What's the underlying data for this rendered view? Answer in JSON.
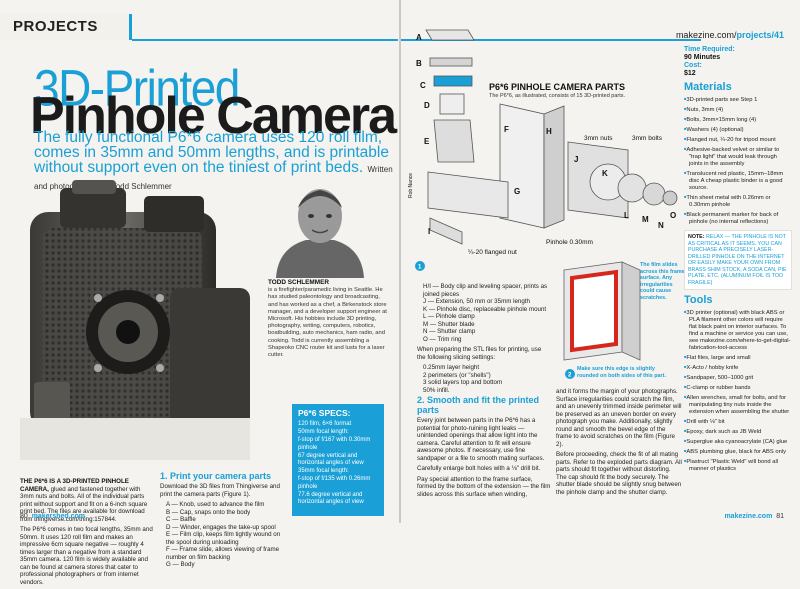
{
  "header": {
    "section": "PROJECTS",
    "url_prefix": "makezine.com/",
    "url_path": "projects/41"
  },
  "article": {
    "title_line1": "3D-Printed",
    "title_line2": "Pinhole Camera",
    "deck": "The fully functional P6*6 camera uses 120 roll film, comes in 35mm and 50mm lengths, and is printable without support even on the tiniest of print beds.",
    "byline": "Written and photographed by Todd Schlemmer"
  },
  "author": {
    "name": "TODD SCHLEMMER",
    "bio": "is a firefighter/paramedic living in Seattle. He has studied paleontology and broadcasting, and has worked as a chef, a Birkenstock store manager, and a developer support engineer at Microsoft. His hobbies include 3D printing, photography, writing, computers, robotics, boatbuilding, auto mechanics, ham radio, and cooking. Todd is currently assembling a Shapeoko CNC router kit and lusts for a laser cutter."
  },
  "intro": {
    "lead": "THE P6*6 IS A 3D-PRINTED PINHOLE CAMERA,",
    "p1": "glued and fastened together with 3mm nuts and bolts. All of the individual parts print without support and fit on a 6-inch square print bed. The files are available for download from thingiverse.com/thing:157844.",
    "p2": "The P6*6 comes in two focal lengths, 35mm and 50mm. It uses 120 roll film and makes an impressive 6cm square negative — roughly 4 times larger than a negative from a standard 35mm camera. 120 film is widely available and can be found at camera stores that cater to professional photographers or from internet vendors."
  },
  "step1": {
    "heading": "1. Print your camera parts",
    "text": "Download the 3D files from Thingiverse and print the camera parts (Figure 1).",
    "parts": [
      "A — Knob, used to advance the film",
      "B — Cap, snaps onto the body",
      "C — Baffle",
      "D — Winder, engages the take-up spool",
      "E — Film clip, keeps film tightly wound on the spool during unloading",
      "F — Frame slide, allows viewing of frame number on film backing",
      "G — Body"
    ]
  },
  "specs": {
    "title": "P6*6 SPECS:",
    "items": [
      "120 film, 6×6 format",
      "50mm focal length:",
      "f-stop of f/167 with 0.30mm pinhole",
      "67 degree vertical and horizontal angles of view",
      "35mm focal length:",
      "f-stop of f/135 with 0.26mm pinhole",
      "77.6 degree vertical and horizontal angles of view"
    ]
  },
  "diagram": {
    "title": "P6*6 PINHOLE CAMERA PARTS",
    "subtitle": "The P6*6, as illustrated, consists of 15 3D-printed parts.",
    "labels": {
      "nuts": "3mm nuts",
      "bolts": "3mm bolts",
      "flanged": "¼-20 flanged nut",
      "pinhole": "Pinhole 0.30mm",
      "credit": "Rob Nance",
      "fig": "1"
    },
    "letters": [
      "A",
      "B",
      "C",
      "D",
      "E",
      "F",
      "G",
      "H",
      "I",
      "J",
      "K",
      "L",
      "M",
      "N",
      "O"
    ]
  },
  "parts2": {
    "items": [
      "H/I — Body clip and leveling spacer, prints as joined pieces",
      "J — Extension, 50 mm or 35mm length",
      "K — Pinhole disc, replaceable pinhole mount",
      "L — Pinhole clamp",
      "M — Shutter blade",
      "N — Shutter clamp",
      "O — Trim ring"
    ],
    "settings_intro": "When preparing the STL files for printing, use the following slicing settings:",
    "settings": [
      "0.25mm layer height",
      "2 perimeters (or \"shells\")",
      "3 solid layers top and bottom",
      "50% infill."
    ]
  },
  "step2": {
    "heading": "2. Smooth and fit the printed parts",
    "p1": "Every joint between parts in the P6*6 has a potential for photo-ruining light leaks — unintended openings that allow light into the camera. Careful attention to fit will ensure awesome photos. If necessary, use fine sandpaper or a file to smooth mating surfaces.",
    "p2": "Carefully enlarge bolt holes with a ⅛\" drill bit.",
    "p3": "Pay special attention to the frame surface, formed by the bottom of the extension — the film slides across this surface when winding,",
    "p4": "and it forms the margin of your photographs. Surface irregularities could scratch the film, and an unevenly trimmed inside perimeter will be preserved as an uneven border on every photograph you make. Additionally, slightly round and smooth the bevel edge of the frame to avoid scratches on the film (Figure 2).",
    "p5": "Before proceeding, check the fit of all mating parts. Refer to the exploded parts diagram. All parts should fit together without distorting. The cap should fit the body securely. The shutter blade should be slightly snug between the pinhole clamp and the shutter clamp."
  },
  "fig2": {
    "callout1": "The film slides across this frame surface. Any irregularities could cause scratches.",
    "callout2": "Make sure this edge is slightly rounded on both sides of this part.",
    "fig": "2"
  },
  "sidebar": {
    "time_label": "Time Required:",
    "time_value": "90 Minutes",
    "cost_label": "Cost:",
    "cost_value": "$12",
    "materials_heading": "Materials",
    "materials": [
      "3D-printed parts see Step 1",
      "Nuts, 3mm (4)",
      "Bolts, 3mm×15mm long (4)",
      "Washers (4) (optional)",
      "Flanged nut, ¼-20 for tripod mount",
      "Adhesive-backed velvet or similar to \"trap light\" that would leak through joints in the assembly",
      "Translucent red plastic, 15mm–18mm disc A cheap plastic binder is a good source.",
      "Thin sheet metal with 0.26mm or 0.30mm pinhole",
      "Black permanent marker for back of pinhole (no internal reflections)"
    ],
    "note_label": "NOTE:",
    "note": "RELAX — THE PINHOLE IS NOT AS CRITICAL AS IT SEEMS. YOU CAN PURCHASE A PRECISELY LASER-DRILLED PINHOLE ON THE INTERNET OR EASILY MAKE YOUR OWN FROM BRASS SHIM STOCK, A SODA CAN, PIE PLATE, ETC. (ALUMINUM FOIL IS TOO FRAGILE)",
    "tools_heading": "Tools",
    "tools": [
      "3D printer (optional) with black ABS or PLA filament other colors will require flat black paint on interior surfaces. To find a machine or service you can use, see makezine.com/where-to-get-digital-fabrication-tool-access",
      "Flat files, large and small",
      "X-Acto / hobby knife",
      "Sandpaper, 500–1000 grit",
      "C-clamp or rubber bands",
      "Allen wrenches, small for bolts, and for manipulating tiny nuts inside the extension when assembling the shutter",
      "Drill with ⅛\" bit",
      "Epoxy, dark such as JB Weld",
      "Superglue aka cyanoacrylate (CA) glue",
      "ABS plumbing glue, black for ABS only",
      "Plastruct \"Plastic Weld\" will bond all manner of plastics"
    ]
  },
  "footer": {
    "left_page": "80",
    "left_site": "makershed.com",
    "right_site": "makezine.com",
    "right_page": "81"
  },
  "colors": {
    "accent": "#1aa0d6",
    "text": "#222222",
    "paper": "#f4f3ef"
  }
}
